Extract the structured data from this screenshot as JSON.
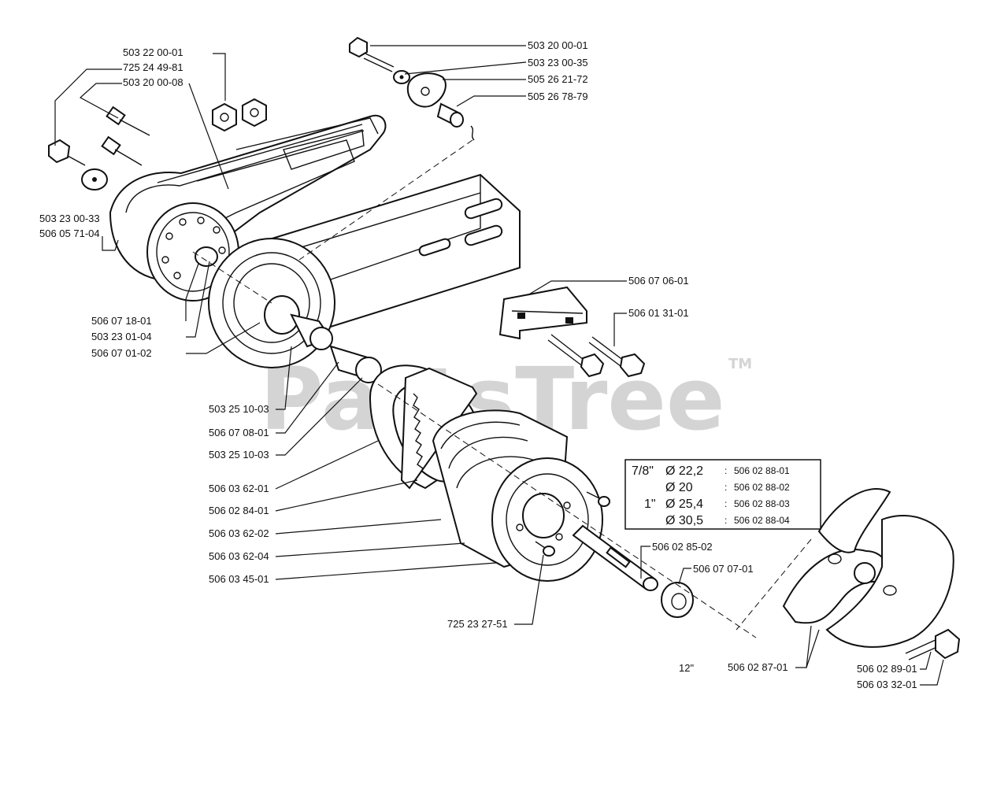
{
  "watermark": "PartsTree",
  "trademark": "TM",
  "labels": {
    "l_503220001": "503 22 00-01",
    "l_725244981": "725 24 49-81",
    "l_503200008": "503 20 00-08",
    "l_503230033": "503 23 00-33",
    "l_506057104": "506 05 71-04",
    "l_503200001": "503 20 00-01",
    "l_503230035": "503 23 00-35",
    "l_505262172": "505 26 21-72",
    "l_505267879": "505 26 78-79",
    "l_506070601": "506 07 06-01",
    "l_506013101": "506 01 31-01",
    "l_506071801": "506 07 18-01",
    "l_503230104": "503 23 01-04",
    "l_506070102": "506 07 01-02",
    "l_503251003a": "503 25 10-03",
    "l_506070801": "506 07 08-01",
    "l_503251003b": "503 25 10-03",
    "l_506036201": "506 03 62-01",
    "l_506028401": "506 02 84-01",
    "l_506036202": "506 03 62-02",
    "l_506036204": "506 03 62-04",
    "l_506034501": "506 03 45-01",
    "l_506028502": "506 02 85-02",
    "l_506070701": "506 07 07-01",
    "l_725232751": "725 23 27-51",
    "l_size12": "12\"",
    "l_506028701": "506 02 87-01",
    "l_506028901": "506 02 89-01",
    "l_506033201": "506 03 32-01"
  },
  "size_table": {
    "rows": [
      {
        "inch": "7/8\"",
        "dia": "Ø 22,2",
        "part": "506 02 88-01"
      },
      {
        "inch": "",
        "dia": "Ø 20",
        "part": "506 02 88-02"
      },
      {
        "inch": "1\"",
        "dia": "Ø 25,4",
        "part": "506 02 88-03"
      },
      {
        "inch": "",
        "dia": "Ø 30,5",
        "part": "506 02 88-04"
      }
    ]
  },
  "icons": [
    "bolt-icon",
    "nut-icon",
    "washer-icon",
    "pulley-icon",
    "belt-icon",
    "drum-icon",
    "shaft-icon",
    "blade-icon"
  ]
}
